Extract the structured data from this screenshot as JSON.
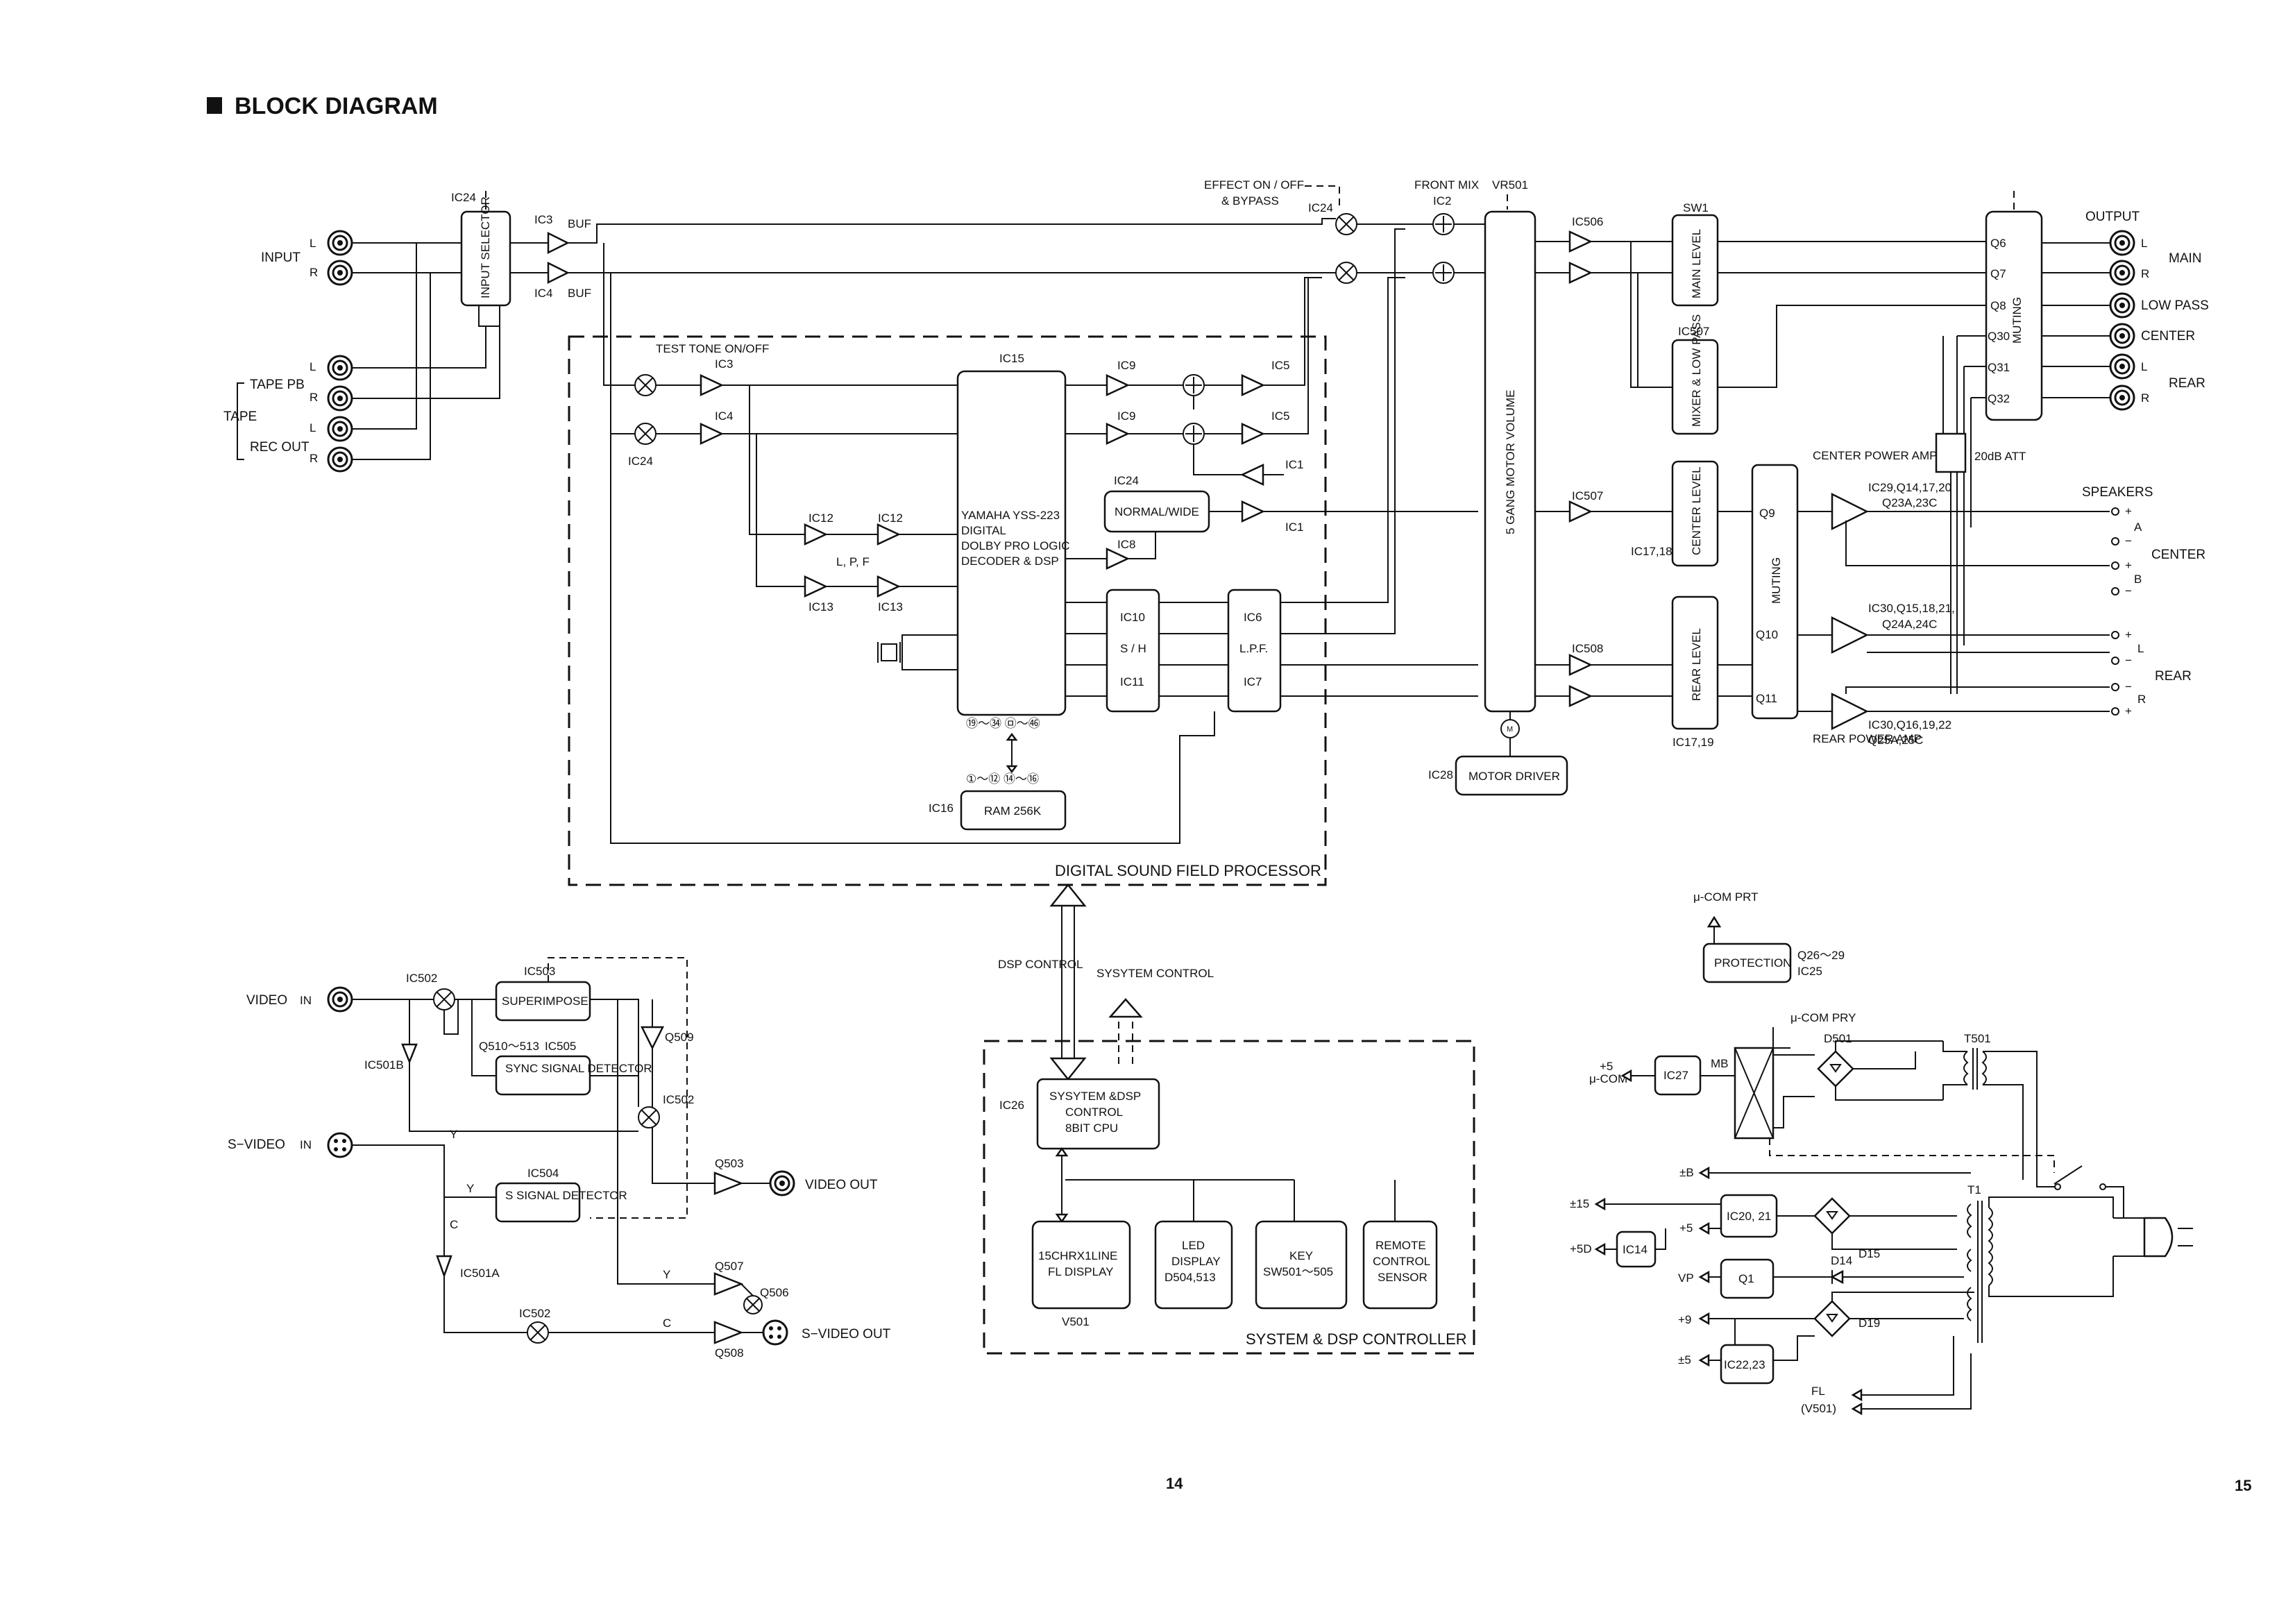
{
  "page": {
    "title": "BLOCK DIAGRAM",
    "page_numbers": [
      "14",
      "15"
    ]
  },
  "input_section": {
    "input_label": "INPUT",
    "channel_labels": [
      "L",
      "R",
      "L",
      "R",
      "L",
      "R"
    ],
    "tape_pb": "TAPE PB",
    "tape": "TAPE",
    "rec_out": "REC OUT",
    "ic24": "IC24",
    "input_selector": "INPUT SELECTOR",
    "ic3": "IC3",
    "ic4": "IC4",
    "buf": "BUF"
  },
  "dsp": {
    "section_label": "DIGITAL SOUND FIELD PROCESSOR",
    "test_tone": "TEST TONE ON/OFF",
    "ic3": "IC3",
    "ic4": "IC4",
    "ic24_left": "IC24",
    "ic15": "IC15",
    "decoder_lines": [
      "YAMAHA YSS-223",
      "DIGITAL",
      "DOLBY PRO LOGIC",
      "DECODER & DSP"
    ],
    "ic12": "IC12",
    "ic13": "IC13",
    "lpf_note": "L, P, F",
    "ic9": "IC9",
    "ic5": "IC5",
    "ic1": "IC1",
    "ic24_nw": "IC24",
    "normal_wide": "NORMAL/WIDE",
    "ic8": "IC8",
    "ic10": "IC10",
    "sh": "S / H",
    "ic11": "IC11",
    "ic6": "IC6",
    "lpf": "L.P.F.",
    "ic7": "IC7",
    "ic16": "IC16",
    "ram": "RAM 256K",
    "pins_top": "①〜⑫  ⑭〜⑯",
    "pins_bottom": "⑲〜㉞  ㉤〜㊻"
  },
  "mix": {
    "effect": "EFFECT ON / OFF",
    "bypass": "& BYPASS",
    "ic24": "IC24",
    "front_mix": "FRONT MIX",
    "ic2": "IC2",
    "vr501": "VR501",
    "volume": "5 GANG MOTOR VOLUME",
    "motor_driver": "MOTOR DRIVER",
    "ic28": "IC28",
    "m": "M"
  },
  "output_section": {
    "ic506": "IC506",
    "ic507": "IC507",
    "ic508": "IC508",
    "sw1": "SW1",
    "main_level": "MAIN LEVEL",
    "ic507_mixer": "IC507",
    "mixer_lp": "MIXER & LOW PASS",
    "center_level": "CENTER LEVEL",
    "rear_level": "REAR LEVEL",
    "ic17_18": "IC17,18",
    "ic17_19": "IC17,19",
    "muting": "MUTING",
    "muting2": "MUTING",
    "q_top": [
      "Q6",
      "Q7",
      "Q8",
      "Q30",
      "Q31",
      "Q32"
    ],
    "q9": "Q9",
    "q10": "Q10",
    "q11": "Q11",
    "att": "20dB ATT",
    "output": "OUTPUT",
    "out_rows": [
      "L",
      "R",
      "LOW PASS",
      "CENTER",
      "L",
      "R"
    ],
    "main": "MAIN",
    "rear": "REAR",
    "center_amp": "CENTER POWER AMP",
    "center_amp_parts": "IC29,Q14,17,20",
    "center_amp_parts2": "Q23A,23C",
    "rear_amp": "REAR POWER AMP",
    "rear_l_parts": "IC30,Q15,18,21,",
    "rear_l_parts2": "Q24A,24C",
    "rear_r_parts": "IC30,Q16,19,22",
    "rear_r_parts2": "Q25A,25C",
    "speakers": "SPEAKERS",
    "spk_center": "CENTER",
    "spk_rear": "REAR",
    "spk_a": "A",
    "spk_b": "B",
    "spk_l": "L",
    "spk_r": "R",
    "plus": "+",
    "minus": "−"
  },
  "video": {
    "video_in": "VIDEO",
    "in": "IN",
    "s_video_in": "S−VIDEO",
    "ic502a": "IC502",
    "ic503": "IC503",
    "superimpose": "SUPERIMPOSE",
    "q510": "Q510〜513",
    "ic505": "IC505",
    "sync": "SYNC SIGNAL DETECTOR",
    "q509": "Q509",
    "ic502b": "IC502",
    "ic501b": "IC501B",
    "y1": "Y",
    "y2": "Y",
    "c1": "C",
    "ic504": "IC504",
    "s_signal": "S SIGNAL DETECTOR",
    "q503": "Q503",
    "video_out": "VIDEO OUT",
    "ic501a": "IC501A",
    "q507": "Q507",
    "q506": "Q506",
    "q508": "Q508",
    "y3": "Y",
    "c2": "C",
    "ic502c": "IC502",
    "s_video_out": "S−VIDEO OUT"
  },
  "controller": {
    "section_label": "SYSTEM & DSP CONTROLLER",
    "dsp_control": "DSP CONTROL",
    "system_control": "SYSYTEM CONTROL",
    "ic26": "IC26",
    "cpu": "SYSYTEM &DSP CONTROL 8BIT CPU",
    "fl_display": "15CHRX1LINE FL DISPLAY",
    "v501": "V501",
    "led": "LED DISPLAY D504,513",
    "key": "KEY SW501〜505",
    "remote": "REMOTE CONTROL SENSOR"
  },
  "power": {
    "ucom_prt": "μ-COM PRT",
    "protection": "PROTECTION",
    "q26": "Q26〜29",
    "ic25": "IC25",
    "ucom_pry": "μ-COM PRY",
    "d501": "D501",
    "t501": "T501",
    "plus5": "+5",
    "ucom": "μ-COM",
    "ic27": "IC27",
    "mb": "MB",
    "pm_b": "±B",
    "pm15": "±15",
    "plus5b": "+5",
    "ic20_21": "IC20, 21",
    "d15": "D15",
    "t1": "T1",
    "plus5d": "+5D",
    "ic14": "IC14",
    "vp": "VP",
    "q1": "Q1",
    "d14": "D14",
    "plus9": "+9",
    "d19": "D19",
    "pm5": "±5",
    "ic22_23": "IC22,23",
    "fl": "FL",
    "v501": "(V501)"
  }
}
